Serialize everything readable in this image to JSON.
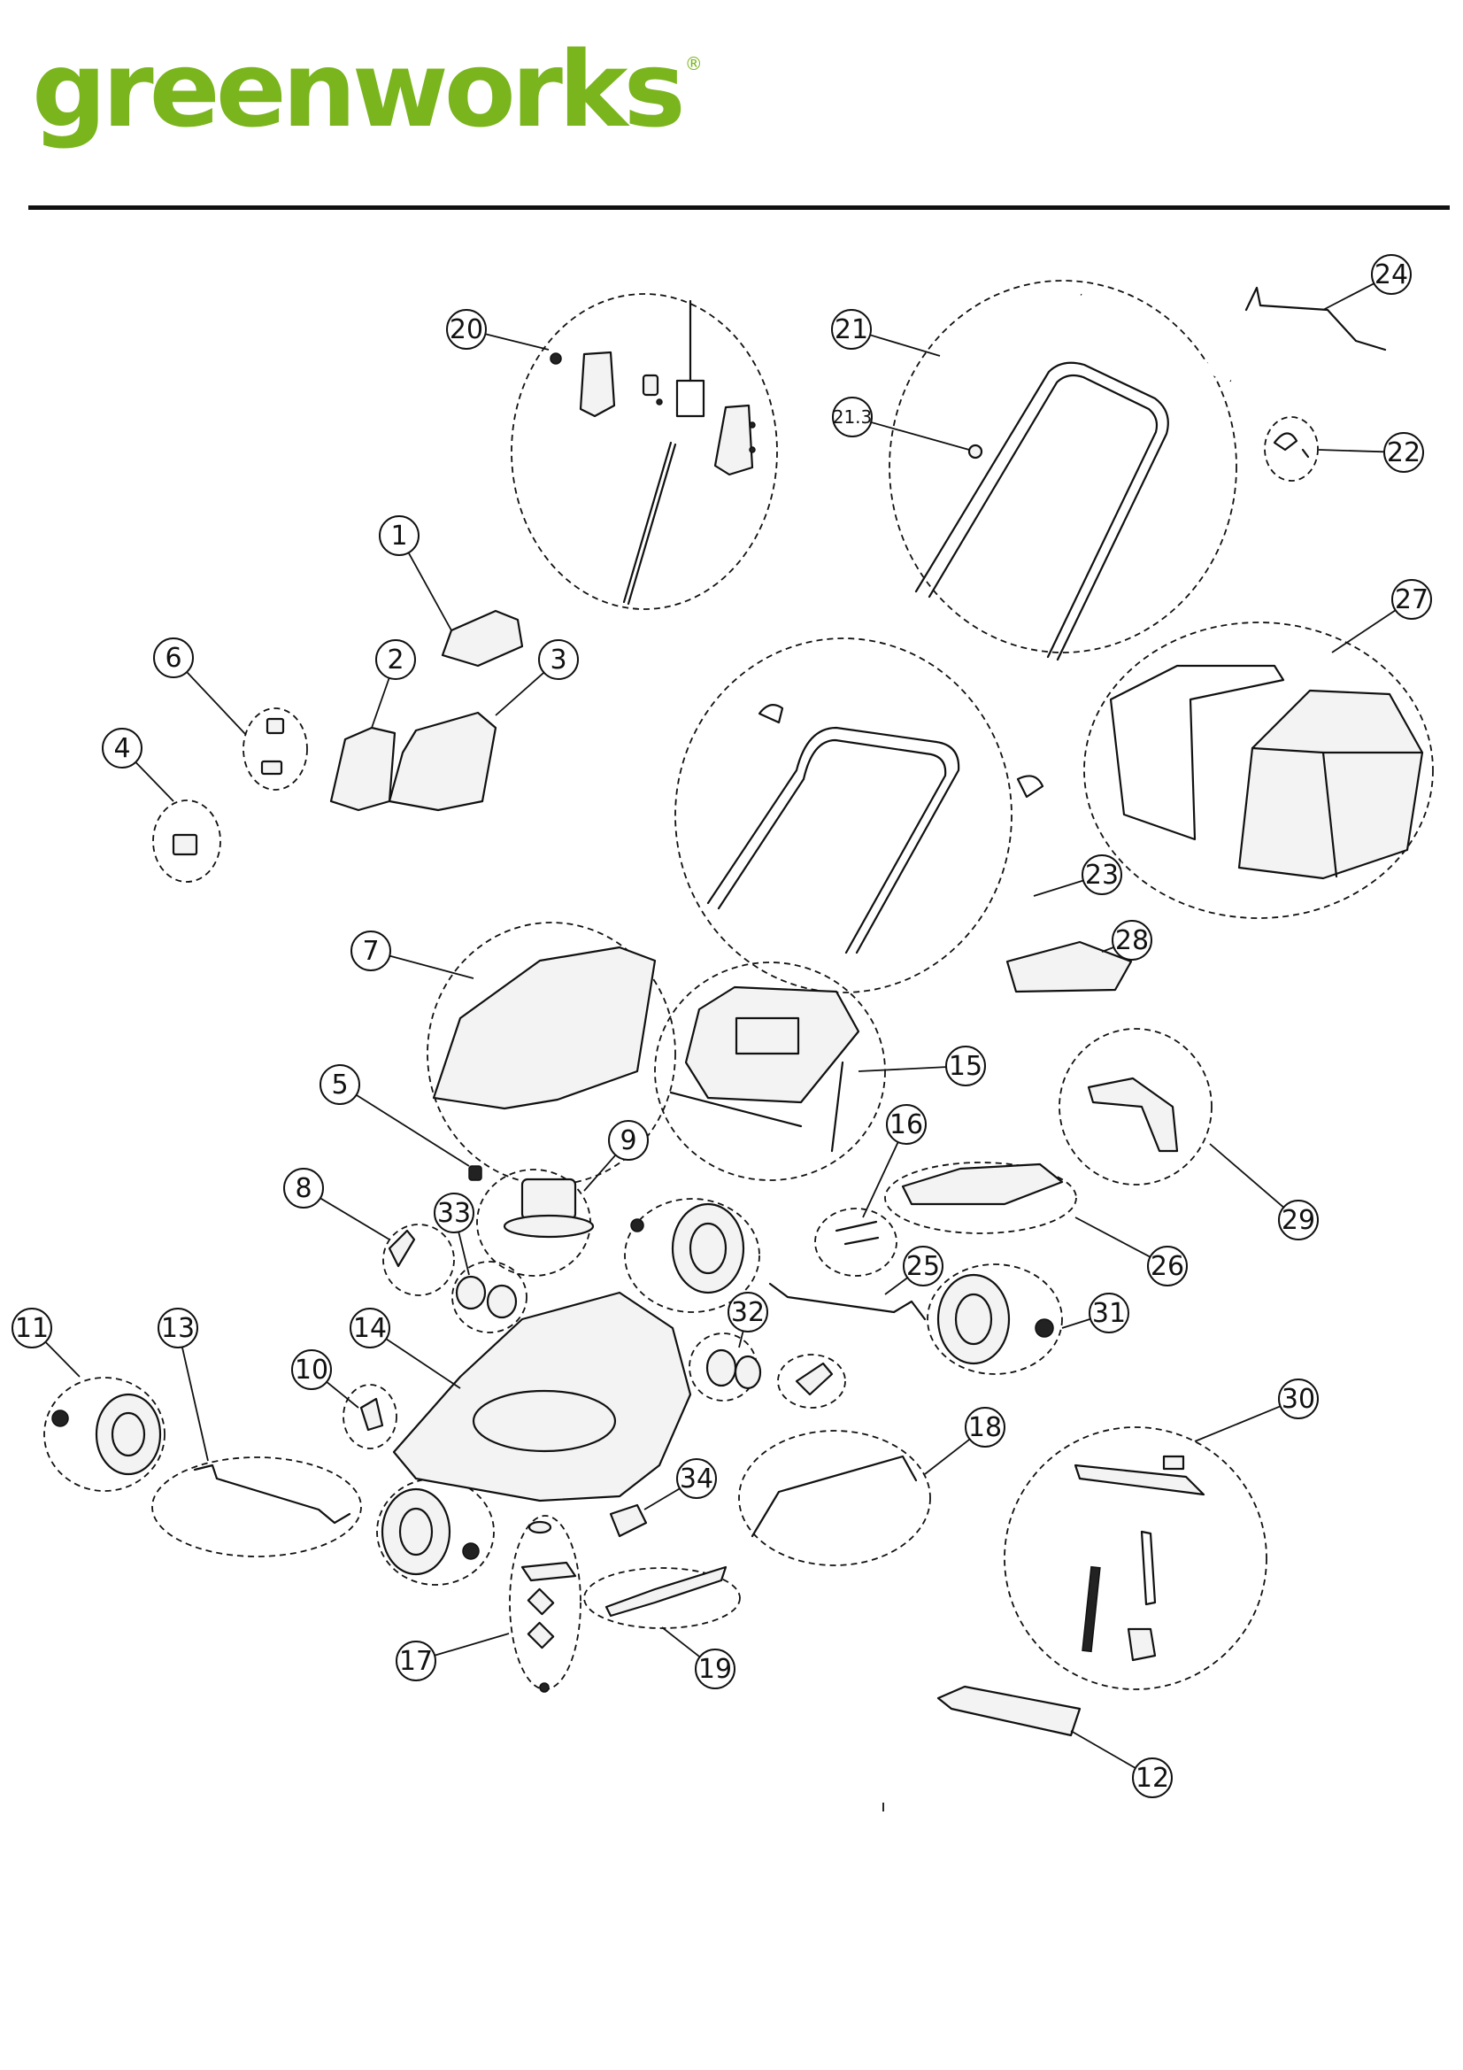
{
  "brand": {
    "name": "greenworks",
    "mark": "®",
    "color": "#7ab51d"
  },
  "rule_color": "#111111",
  "callouts": [
    {
      "id": "c1",
      "label": "1"
    },
    {
      "id": "c2",
      "label": "2"
    },
    {
      "id": "c3",
      "label": "3"
    },
    {
      "id": "c4",
      "label": "4"
    },
    {
      "id": "c5",
      "label": "5"
    },
    {
      "id": "c6",
      "label": "6"
    },
    {
      "id": "c7",
      "label": "7"
    },
    {
      "id": "c8",
      "label": "8"
    },
    {
      "id": "c9",
      "label": "9"
    },
    {
      "id": "c10",
      "label": "10"
    },
    {
      "id": "c11",
      "label": "11"
    },
    {
      "id": "c12",
      "label": "12"
    },
    {
      "id": "c13",
      "label": "13"
    },
    {
      "id": "c14",
      "label": "14"
    },
    {
      "id": "c15",
      "label": "15"
    },
    {
      "id": "c16",
      "label": "16"
    },
    {
      "id": "c17",
      "label": "17"
    },
    {
      "id": "c18",
      "label": "18"
    },
    {
      "id": "c19",
      "label": "19"
    },
    {
      "id": "c20",
      "label": "20"
    },
    {
      "id": "c21",
      "label": "21"
    },
    {
      "id": "c213",
      "label": "21.3"
    },
    {
      "id": "c22",
      "label": "22"
    },
    {
      "id": "c23",
      "label": "23"
    },
    {
      "id": "c24",
      "label": "24"
    },
    {
      "id": "c25",
      "label": "25"
    },
    {
      "id": "c26",
      "label": "26"
    },
    {
      "id": "c27",
      "label": "27"
    },
    {
      "id": "c28",
      "label": "28"
    },
    {
      "id": "c29",
      "label": "29"
    },
    {
      "id": "c30",
      "label": "30"
    },
    {
      "id": "c31",
      "label": "31"
    },
    {
      "id": "c32",
      "label": "32"
    },
    {
      "id": "c33",
      "label": "33"
    },
    {
      "id": "c34",
      "label": "34"
    }
  ]
}
